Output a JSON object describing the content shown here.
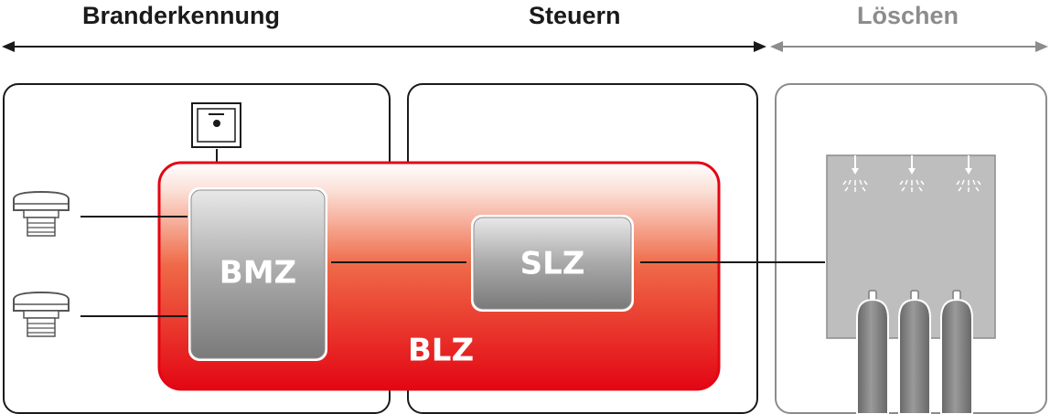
{
  "headings": {
    "detection": "Branderkennung",
    "control": "Steuern",
    "extinguish": "Löschen"
  },
  "boxes": {
    "bmz": "BMZ",
    "slz": "SLZ",
    "blz": "BLZ"
  },
  "colors": {
    "dark": "#1a1a1a",
    "muted": "#8c8c8c",
    "accent": "#e30613",
    "accent_light": "#ffffff",
    "box_gray_top": "#e8e8e8",
    "box_gray_bottom": "#7a7a7a",
    "system_fill": "#bebebe",
    "cylinder": "#7d7d7d"
  },
  "icons": [
    "smoke-detector-icon",
    "manual-call-point-icon",
    "sprinkler-head-icon",
    "gas-cylinder-icon"
  ]
}
